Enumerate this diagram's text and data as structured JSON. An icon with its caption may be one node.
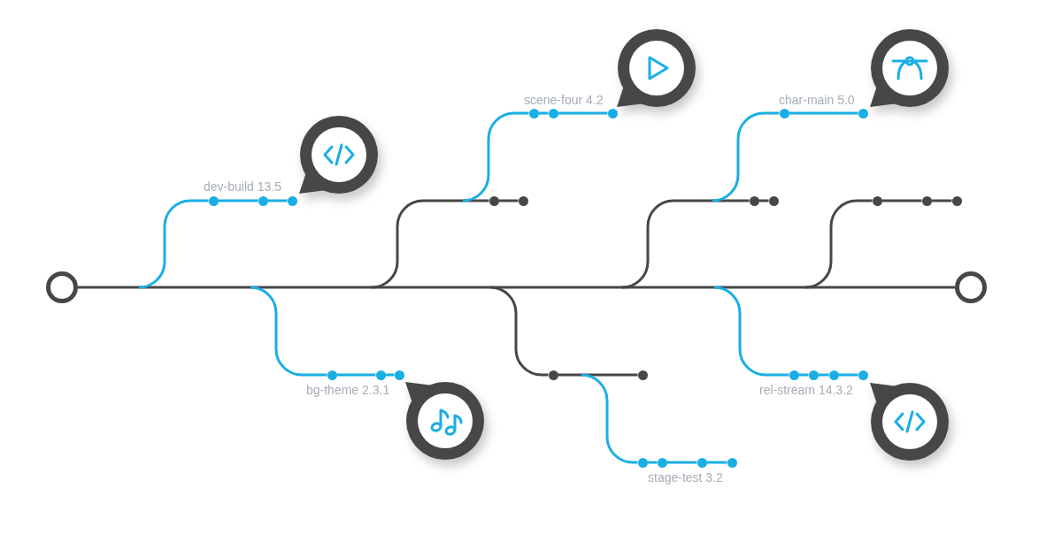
{
  "diagram": {
    "nodes": [
      {
        "text": [],
        "shape": "circle"
      },
      {
        "text": [],
        "shape": "circle"
      },
      {
        "text": [],
        "shape": "circle"
      },
      {
        "text": [],
        "shape": "circle"
      },
      {
        "text": [],
        "shape": "circle"
      },
      {
        "text": [],
        "shape": "circle"
      },
      {
        "text": [],
        "shape": "circle"
      },
      {
        "text": [],
        "shape": "circle"
      },
      {
        "text": [],
        "shape": "circle"
      },
      {
        "text": [],
        "shape": "circle"
      },
      {
        "text": [],
        "shape": "circle"
      },
      {
        "text": [],
        "shape": "circle"
      },
      {
        "text": [],
        "shape": "circle"
      },
      {
        "text": [],
        "shape": "circle"
      },
      {
        "text": [],
        "shape": "circle"
      },
      {
        "text": [],
        "shape": "circle"
      },
      {
        "text": [],
        "shape": "circle"
      },
      {
        "text": [],
        "shape": "circle"
      },
      {
        "text": [],
        "shape": "circle"
      },
      {
        "text": [],
        "shape": "circle"
      },
      {
        "text": [],
        "shape": "circle"
      },
      {
        "text": [],
        "shape": "circle"
      },
      {
        "text": [],
        "shape": "circle"
      },
      {
        "text": [],
        "shape": "circle"
      },
      {
        "text": [],
        "shape": "circle"
      },
      {
        "text": [],
        "shape": "circle"
      },
      {
        "text": [],
        "shape": "circle"
      },
      {
        "text": [],
        "shape": "circle"
      },
      {
        "text": [],
        "shape": "circle"
      },
      {
        "text": [],
        "shape": "circle"
      }
    ],
    "edges": [
      {
        "from": 0,
        "to": 29,
        "arrow": "none",
        "color": "#474747"
      },
      {
        "from": null,
        "to": 1,
        "arrow": "none"
      },
      {
        "from": 1,
        "to": 2,
        "arrow": "none"
      },
      {
        "from": 2,
        "to": 3,
        "arrow": "none"
      },
      {
        "from": null,
        "to": 4,
        "arrow": "none"
      },
      {
        "from": 4,
        "to": 5,
        "arrow": "none"
      },
      {
        "from": 5,
        "to": 6,
        "arrow": "none"
      },
      {
        "from": null,
        "to": 7,
        "arrow": "none",
        "color": "#474747"
      },
      {
        "from": 7,
        "to": 8,
        "arrow": "none",
        "color": "#474747"
      },
      {
        "from": null,
        "to": 9,
        "arrow": "none"
      },
      {
        "from": 9,
        "to": 10,
        "arrow": "none"
      },
      {
        "from": 10,
        "to": 11,
        "arrow": "none"
      },
      {
        "from": null,
        "to": 12,
        "arrow": "none",
        "color": "#474747"
      },
      {
        "from": 12,
        "to": 13,
        "arrow": "none",
        "color": "#474747"
      },
      {
        "from": null,
        "to": 14,
        "arrow": "none"
      },
      {
        "from": 14,
        "to": 15,
        "arrow": "none"
      },
      {
        "from": 15,
        "to": 16,
        "arrow": "none"
      },
      {
        "from": 16,
        "to": 17,
        "arrow": "none"
      },
      {
        "from": null,
        "to": 18,
        "arrow": "none",
        "color": "#474747"
      },
      {
        "from": 18,
        "to": 19,
        "arrow": "none",
        "color": "#474747"
      },
      {
        "from": null,
        "to": 20,
        "arrow": "none"
      },
      {
        "from": 20,
        "to": 21,
        "arrow": "none"
      },
      {
        "from": null,
        "to": 22,
        "arrow": "none"
      },
      {
        "from": 22,
        "to": 23,
        "arrow": "none"
      },
      {
        "from": 23,
        "to": 24,
        "arrow": "none"
      },
      {
        "from": 24,
        "to": 25,
        "arrow": "none"
      },
      {
        "from": null,
        "to": 26,
        "arrow": "none",
        "color": "#474747"
      },
      {
        "from": 26,
        "to": 27,
        "arrow": "none",
        "color": "#474747"
      },
      {
        "from": 27,
        "to": 28,
        "arrow": "none",
        "color": "#474747"
      }
    ],
    "labels": [
      "scene-four 4.2",
      "char-main 5.0",
      "dev-build 13.5",
      "bg-theme 2.3.1",
      "rel-stream 14.3.2",
      "stage-test 3.2"
    ]
  }
}
